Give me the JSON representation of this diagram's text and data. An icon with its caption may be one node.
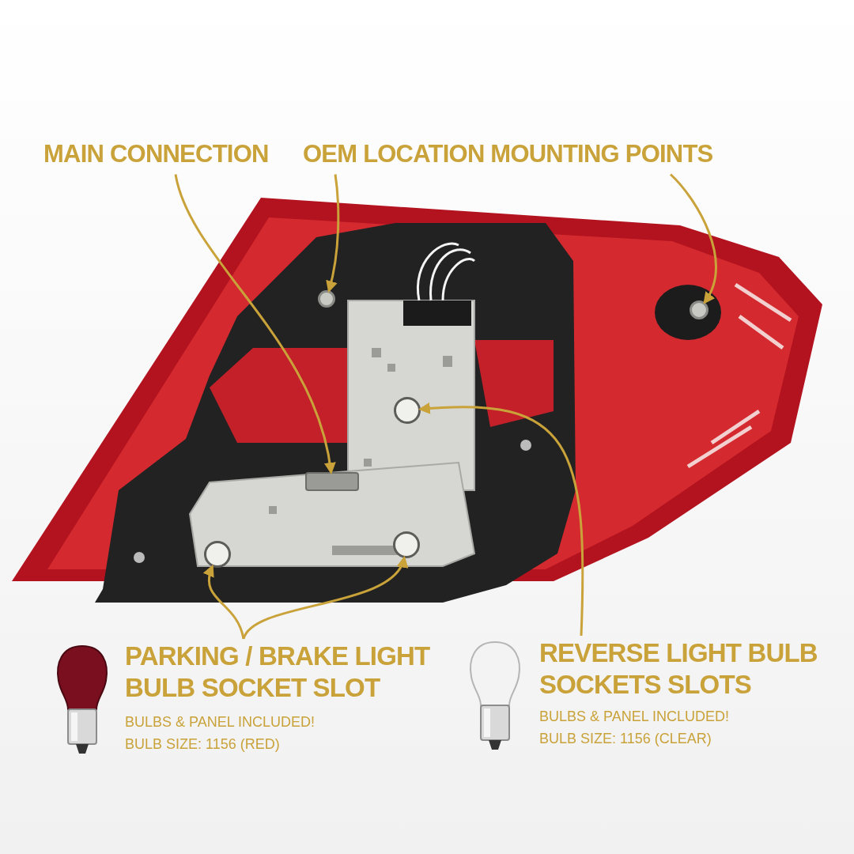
{
  "diagram": {
    "nodes": [
      {
        "text": [
          "MAIN CONNECTION"
        ]
      },
      {
        "text": [
          "OEM LOCATION MOUNTING POINTS"
        ]
      },
      {
        "text": [
          "PARKING / BRAKE LIGHT BULB SOCKET SLOT"
        ]
      },
      {
        "text": [
          "REVERSE LIGHT BULB SOCKETS SLOTS"
        ]
      },
      {
        "text": [],
        "shape": "box"
      },
      {
        "text": [],
        "shape": "circle"
      },
      {
        "text": [],
        "shape": "circle"
      },
      {
        "text": [],
        "shape": "circle"
      },
      {
        "text": [],
        "shape": "circle"
      },
      {
        "text": [],
        "shape": "circle"
      }
    ],
    "edges": [
      {
        "from": 0,
        "to": 4,
        "arrow": "to"
      },
      {
        "from": 1,
        "to": 5,
        "arrow": "to"
      },
      {
        "from": 1,
        "to": 6,
        "arrow": "to"
      },
      {
        "from": 2,
        "to": 7,
        "arrow": "to"
      },
      {
        "from": 2,
        "to": 8,
        "arrow": "to"
      },
      {
        "from": 3,
        "to": 9,
        "arrow": "to"
      }
    ],
    "labels": [
      "BULBS & PANEL INCLUDED!",
      "BULB SIZE: 1156 (RED)",
      "BULBS & PANEL INCLUDED!",
      "BULB SIZE: 1156 (CLEAR)"
    ]
  }
}
